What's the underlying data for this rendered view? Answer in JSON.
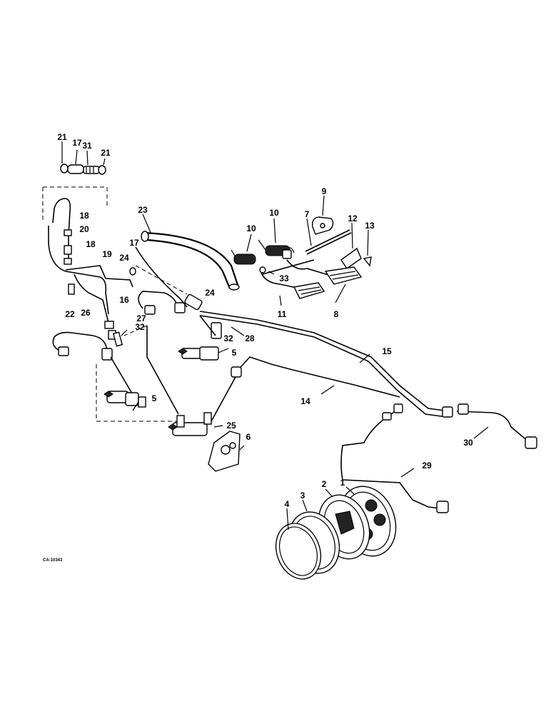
{
  "diagram": {
    "figure_code": "CA-10343",
    "callouts": [
      {
        "id": "21a",
        "label": "21"
      },
      {
        "id": "17a",
        "label": "17"
      },
      {
        "id": "31",
        "label": "31"
      },
      {
        "id": "21b",
        "label": "21"
      },
      {
        "id": "18a",
        "label": "18"
      },
      {
        "id": "20",
        "label": "20"
      },
      {
        "id": "18b",
        "label": "18"
      },
      {
        "id": "19",
        "label": "19"
      },
      {
        "id": "24a",
        "label": "24"
      },
      {
        "id": "16",
        "label": "16"
      },
      {
        "id": "22",
        "label": "22"
      },
      {
        "id": "26",
        "label": "26"
      },
      {
        "id": "27",
        "label": "27"
      },
      {
        "id": "32a",
        "label": "32"
      },
      {
        "id": "23",
        "label": "23"
      },
      {
        "id": "17b",
        "label": "17"
      },
      {
        "id": "24b",
        "label": "24"
      },
      {
        "id": "32b",
        "label": "32"
      },
      {
        "id": "28",
        "label": "28"
      },
      {
        "id": "5a",
        "label": "5"
      },
      {
        "id": "5b",
        "label": "5"
      },
      {
        "id": "25",
        "label": "25"
      },
      {
        "id": "6",
        "label": "6"
      },
      {
        "id": "9",
        "label": "9"
      },
      {
        "id": "10a",
        "label": "10"
      },
      {
        "id": "7",
        "label": "7"
      },
      {
        "id": "12",
        "label": "12"
      },
      {
        "id": "13",
        "label": "13"
      },
      {
        "id": "10b",
        "label": "10"
      },
      {
        "id": "33",
        "label": "33"
      },
      {
        "id": "11",
        "label": "11"
      },
      {
        "id": "8",
        "label": "8"
      },
      {
        "id": "15",
        "label": "15"
      },
      {
        "id": "14",
        "label": "14"
      },
      {
        "id": "30",
        "label": "30"
      },
      {
        "id": "29",
        "label": "29"
      },
      {
        "id": "1",
        "label": "1"
      },
      {
        "id": "2",
        "label": "2"
      },
      {
        "id": "3",
        "label": "3"
      },
      {
        "id": "4",
        "label": "4"
      }
    ]
  }
}
